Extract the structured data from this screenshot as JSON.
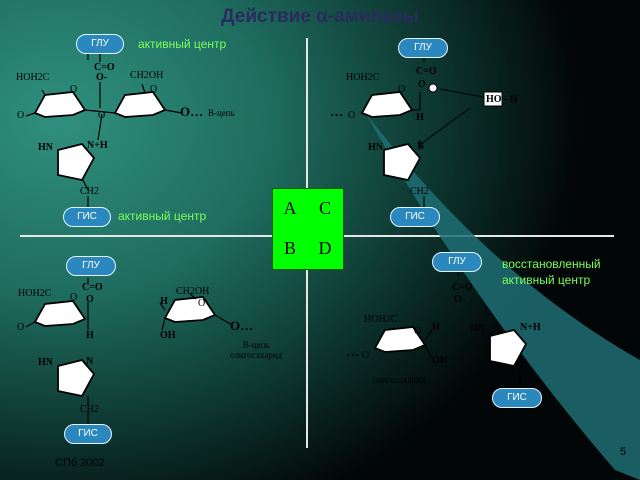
{
  "title": "Действие α-амилазы",
  "labels": {
    "glu": "ГЛУ",
    "gis": "ГИС",
    "active_center": "активный центр",
    "restored_center": "восстановленный\nактивный центр",
    "b_chain": "В-цепь",
    "b_chain_oligo": "В-цепь\nолигосахарид",
    "oligosaccharide": "олигосахарид"
  },
  "chem": {
    "hoh2c": "HOH2C",
    "ch2oh": "CH2OH",
    "ch2": "CH2",
    "carbonyl": "C=O",
    "o_minus": "O-",
    "o": "O",
    "h": "H",
    "oh": "OH",
    "hn": "HN",
    "n": "N",
    "nh": "N+H",
    "ho_h": "HO - H",
    "dots": "…",
    "o_dots": "O…"
  },
  "grid": {
    "a": "A",
    "b": "B",
    "c": "C",
    "d": "D"
  },
  "footer": {
    "credit": "СПб 2002",
    "page": "5"
  },
  "colors": {
    "accent_green": "#7cff5a",
    "pill_blue": "#2a88bf",
    "grid_green": "#00ff00",
    "title": "#2a2a5e"
  }
}
